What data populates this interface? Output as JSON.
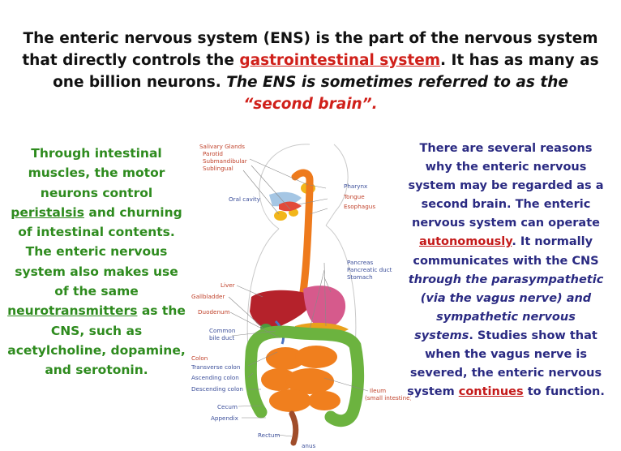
{
  "title": {
    "p1": "The enteric nervous system (ENS) is the part of the nervous system that directly controls the ",
    "link": "gastrointestinal system",
    "p2": ". It has as many as one billion neurons. ",
    "italic": "The ENS is sometimes referred to as the ",
    "quote": "“second brain”."
  },
  "left_text": {
    "p1": "Through intestinal muscles, the motor neurons control ",
    "term1": "peristalsis",
    "p2": " and churning of intestinal contents. The enteric nervous system also makes use of the same ",
    "term2": "neurotransmitters",
    "p3": " as the CNS, such as acetylcholine, dopamine, and serotonin."
  },
  "right_text": {
    "p1": "There are several reasons why the enteric nervous system may be regarded as a second brain. The enteric nervous system can operate ",
    "term1": "autonomously",
    "p2": ". It normally communicates with the CNS ",
    "italic": "through the parasympathetic (via the vagus nerve) and sympathetic nervous systems",
    "p3": ". Studies show that when the vagus nerve is severed, the enteric nervous system ",
    "term2": "continues",
    "p4": " to function."
  },
  "diagram": {
    "labels": {
      "salivary": "Salivary Glands",
      "parotid": "Parotid",
      "submandibular": "Submandibular",
      "sublingual": "Sublingual",
      "oral_cavity": "Oral cavity",
      "pharynx": "Pharynx",
      "tongue": "Tongue",
      "esophagus": "Esophagus",
      "pancreas": "Pancreas",
      "pancreatic_duct": "Pancreatic duct",
      "stomach": "Stomach",
      "liver": "Liver",
      "gallbladder": "Gallbladder",
      "duodenum": "Duodenum",
      "common_bile_duct_1": "Common",
      "common_bile_duct_2": "bile duct",
      "colon": "Colon",
      "transverse": "Transverse colon",
      "ascending": "Ascending colon",
      "descending": "Descending colon",
      "ileum_1": "Ileum",
      "ileum_2": "(small intestine)",
      "cecum": "Cecum",
      "appendix": "Appendix",
      "rectum": "Rectum",
      "anus": "anus"
    },
    "colors": {
      "esophagus": "#ee7a1c",
      "liver": "#b5222b",
      "colon": "#6cb33f",
      "small_intestine": "#f07f1e",
      "gland": "#f2b61a",
      "label_red": "#c1442d",
      "label_blue": "#3c4f9a"
    }
  }
}
